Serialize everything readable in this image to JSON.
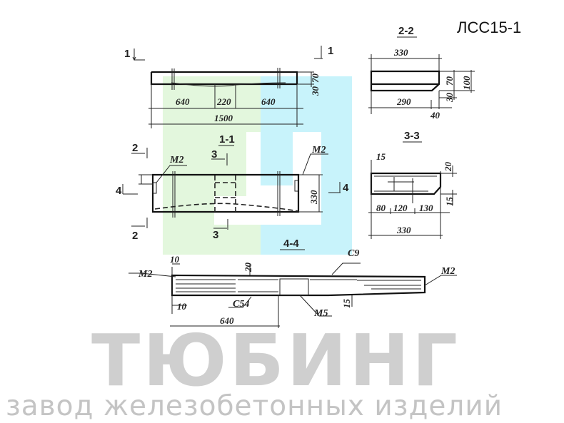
{
  "title": "ЛСС15-1",
  "colors": {
    "logo_green": "#e3f7dd",
    "logo_cyan": "#c8f3fb",
    "watermark_gray": "#cfcfcf",
    "line": "#222222"
  },
  "elevation": {
    "section_marks": [
      "1",
      "1"
    ],
    "dims": {
      "left": "640",
      "middle": "220",
      "right": "640",
      "total": "1500",
      "top_height": "70",
      "bottom_height": "30"
    }
  },
  "plan": {
    "title": "1-1",
    "section_marks": {
      "two_top": "2",
      "two_bottom": "2",
      "three_top": "3",
      "three_bottom": "3",
      "four_left": "4",
      "four_right": "4"
    },
    "labels": {
      "m2_left": "M2",
      "m2_right": "M2"
    },
    "dims": {
      "width": "330"
    }
  },
  "section_2_2": {
    "title": "2-2",
    "dims": {
      "top_width": "330",
      "bottom_width": "290",
      "chamfer": "40",
      "h70": "70",
      "h30": "30",
      "h100": "100"
    }
  },
  "section_3_3": {
    "title": "3-3",
    "dims": {
      "cover": "15",
      "top": "20",
      "bottom": "15",
      "a": "80",
      "b": "120",
      "c": "130",
      "total": "330"
    }
  },
  "section_4_4": {
    "title": "4-4",
    "labels": {
      "m2_left": "M2",
      "m2_right": "M2",
      "c9": "C9",
      "c54": "C54",
      "m5": "M5"
    },
    "dims": {
      "top_cover": "10",
      "bottom_cover": "10",
      "d20": "20",
      "d15": "15",
      "length": "640"
    }
  },
  "watermark": {
    "brand": "ТЮБИНГ",
    "tagline": "завод железобетонных изделий"
  }
}
